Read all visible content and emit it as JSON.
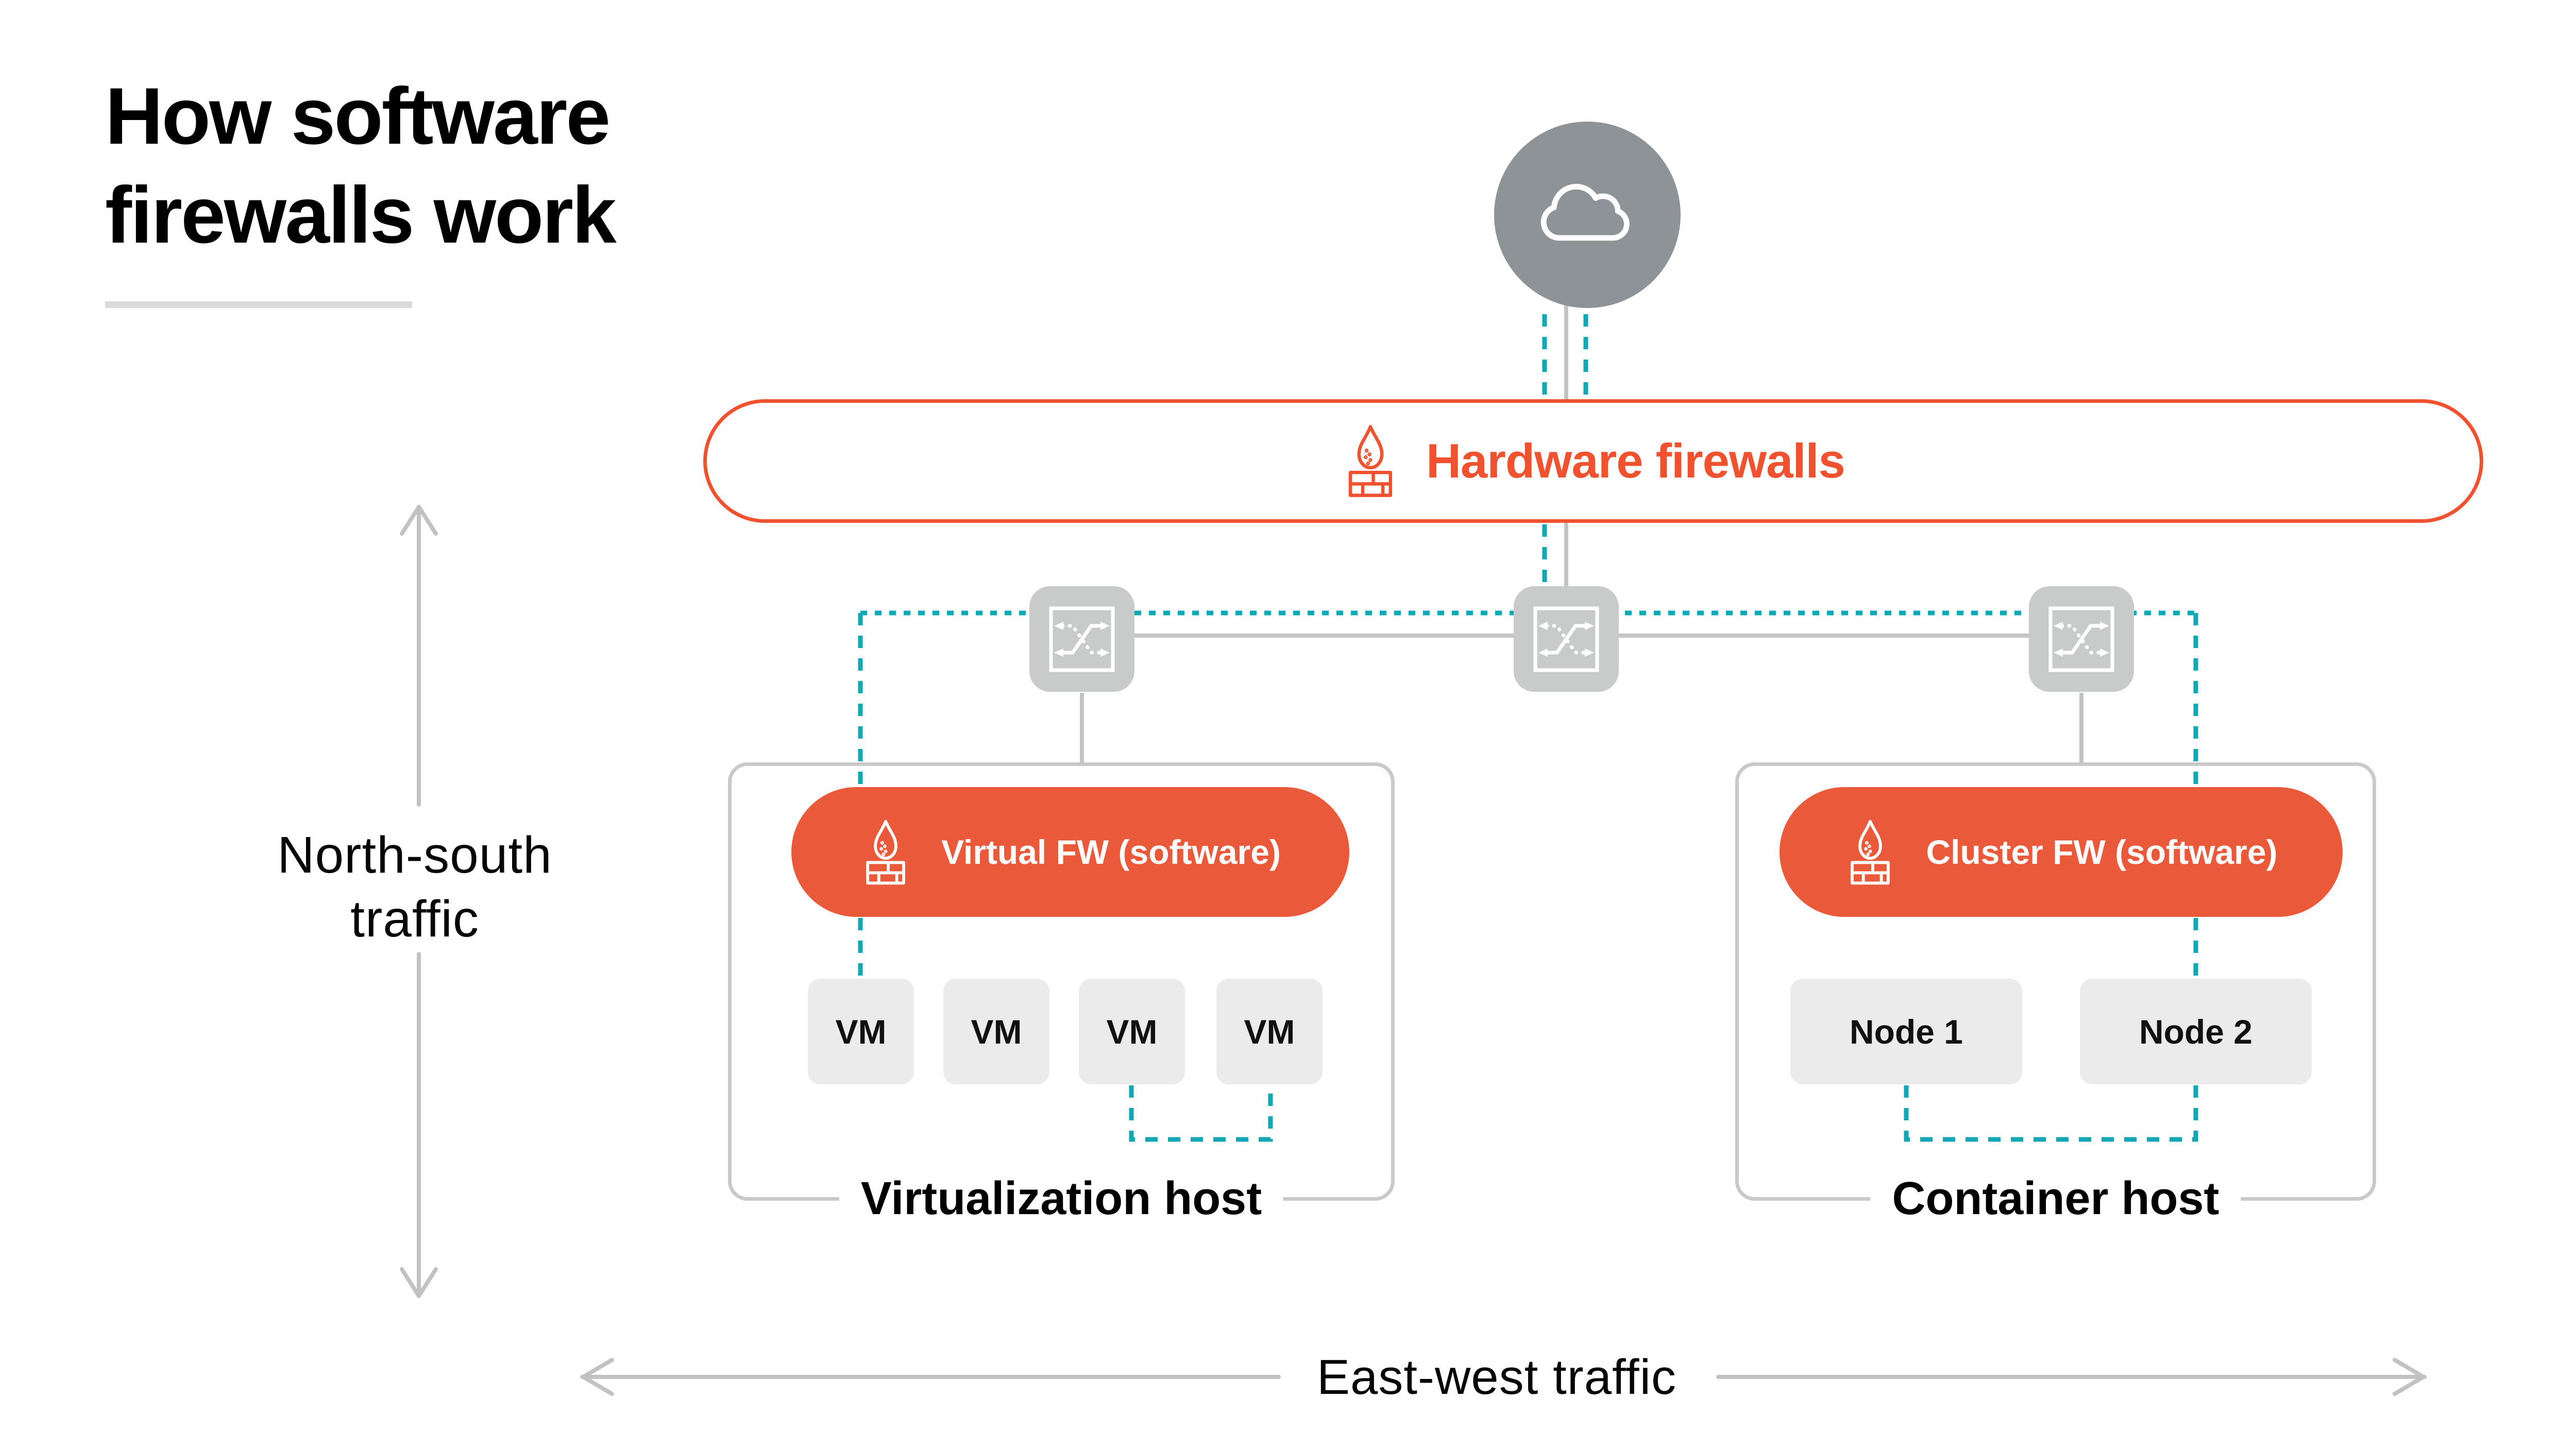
{
  "page": {
    "title_line1": "How software",
    "title_line2": "firewalls work"
  },
  "colors": {
    "accent_orange": "#F0512E",
    "pill_orange": "#EA5A3A",
    "teal_connector": "#12A7B5",
    "gray_connector": "#C4C4C4",
    "cloud_gray": "#8D9397",
    "switch_gray": "#C9CBCB",
    "unit_gray": "#EBEBEB"
  },
  "cloud": {
    "icon": "cloud-icon"
  },
  "hardware_firewalls": {
    "label": "Hardware firewalls",
    "icon": "firewall-icon"
  },
  "switch_row": {
    "icon": "switch-icon"
  },
  "virtualization_host": {
    "label": "Virtualization host",
    "firewall_label": "Virtual FW (software)",
    "firewall_icon": "firewall-icon",
    "vms": [
      "VM",
      "VM",
      "VM",
      "VM"
    ]
  },
  "container_host": {
    "label": "Container host",
    "firewall_label": "Cluster FW (software)",
    "firewall_icon": "firewall-icon",
    "nodes": [
      "Node 1",
      "Node 2"
    ]
  },
  "traffic": {
    "north_south": "North-south traffic",
    "east_west": "East-west traffic"
  }
}
